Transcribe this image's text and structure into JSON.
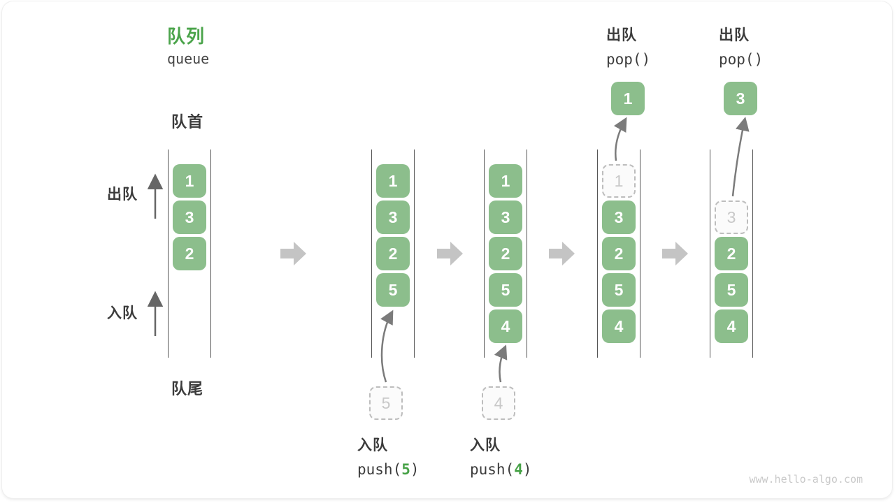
{
  "header": {
    "title_zh": "队列",
    "title_en": "queue"
  },
  "side_labels": {
    "front": "队首",
    "rear": "队尾",
    "dequeue": "出队",
    "enqueue": "入队"
  },
  "watermark": "www.hello-algo.com",
  "colors": {
    "box_green": "#8CBE8C",
    "title_green": "#4BA44B",
    "code_value_green": "#47A247",
    "text_dark": "#3B3B3B",
    "wall_gray": "#565656",
    "flow_arrow_gray": "#C4C4C4",
    "curve_arrow_gray": "#7B7B7B",
    "dashed_border": "#BDBDBD",
    "dashed_text": "#C8C8C8"
  },
  "queue_states": [
    {
      "boxes": [
        {
          "row": 0,
          "value": "1",
          "variant": "solid"
        },
        {
          "row": 1,
          "value": "3",
          "variant": "solid"
        },
        {
          "row": 2,
          "value": "2",
          "variant": "solid"
        }
      ]
    },
    {
      "boxes": [
        {
          "row": 0,
          "value": "1",
          "variant": "solid"
        },
        {
          "row": 1,
          "value": "3",
          "variant": "solid"
        },
        {
          "row": 2,
          "value": "2",
          "variant": "solid"
        },
        {
          "row": 3,
          "value": "5",
          "variant": "solid"
        }
      ],
      "incoming": {
        "value": "5"
      },
      "operation": {
        "position": "bottom",
        "label": "入队",
        "code_prefix": "push(",
        "code_value": "5",
        "code_suffix": ")"
      }
    },
    {
      "boxes": [
        {
          "row": 0,
          "value": "1",
          "variant": "solid"
        },
        {
          "row": 1,
          "value": "3",
          "variant": "solid"
        },
        {
          "row": 2,
          "value": "2",
          "variant": "solid"
        },
        {
          "row": 3,
          "value": "5",
          "variant": "solid"
        },
        {
          "row": 4,
          "value": "4",
          "variant": "solid"
        }
      ],
      "incoming": {
        "value": "4"
      },
      "operation": {
        "position": "bottom",
        "label": "入队",
        "code_prefix": "push(",
        "code_value": "4",
        "code_suffix": ")"
      }
    },
    {
      "boxes": [
        {
          "row": 0,
          "value": "1",
          "variant": "dashed"
        },
        {
          "row": 1,
          "value": "3",
          "variant": "solid"
        },
        {
          "row": 2,
          "value": "2",
          "variant": "solid"
        },
        {
          "row": 3,
          "value": "5",
          "variant": "solid"
        },
        {
          "row": 4,
          "value": "4",
          "variant": "solid"
        }
      ],
      "outgoing": {
        "value": "1"
      },
      "operation": {
        "position": "top",
        "label": "出队",
        "code": "pop()"
      }
    },
    {
      "boxes": [
        {
          "row": 1,
          "value": "3",
          "variant": "dashed"
        },
        {
          "row": 2,
          "value": "2",
          "variant": "solid"
        },
        {
          "row": 3,
          "value": "5",
          "variant": "solid"
        },
        {
          "row": 4,
          "value": "4",
          "variant": "solid"
        }
      ],
      "outgoing": {
        "value": "3"
      },
      "operation": {
        "position": "top",
        "label": "出队",
        "code": "pop()"
      }
    }
  ]
}
